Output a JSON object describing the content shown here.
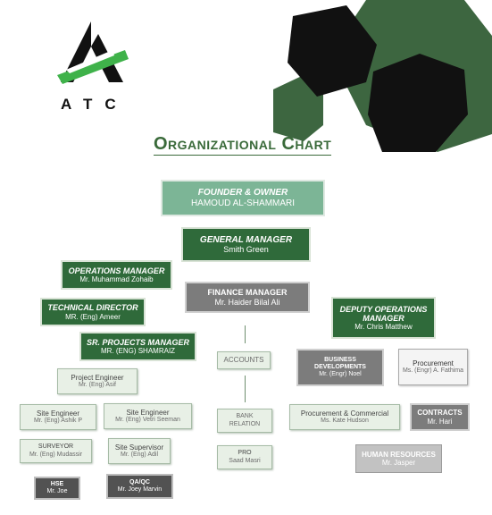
{
  "brand": {
    "logo_text": "ATC"
  },
  "title": "Organizational Chart",
  "nodes": {
    "founder": {
      "title": "Founder & Owner",
      "name": "HAMOUD AL-SHAMMARI"
    },
    "gm": {
      "title": "General Manager",
      "name": "Smith Green"
    },
    "ops": {
      "title": "Operations Manager",
      "name": "Mr. Muhammad Zohaib"
    },
    "finance": {
      "title": "Finance Manager",
      "name": "Mr. Haider Bilal Ali"
    },
    "tech": {
      "title": "Technical Director",
      "name": "MR. (Eng) Ameer"
    },
    "dep_ops": {
      "title": "Deputy Operations Manager",
      "name": "Mr. Chris Matthew"
    },
    "srpm": {
      "title": "Sr. Projects Manager",
      "name": "MR. (ENG) SHAMRAIZ"
    },
    "accounts": {
      "title": "ACCOUNTS"
    },
    "bizdev": {
      "title": "BUSINESS DEVELOPMENTS",
      "name": "Mr. (Engr) Noel"
    },
    "procurement": {
      "title": "Procurement",
      "name": "Ms. (Engr) A. Fathima"
    },
    "project_eng": {
      "title": "Project Engineer",
      "name": "Mr. (Eng) Asif"
    },
    "site_eng1": {
      "title": "Site Engineer",
      "name": "Mr. (Eng) Ashik P"
    },
    "site_eng2": {
      "title": "Site Engineer",
      "name": "Mr. (Eng) Vetri Seeman"
    },
    "bank": {
      "title": "BANK RELATION"
    },
    "proc_comm": {
      "title": "Procurement & Commercial",
      "name": "Ms. Kate Hudson"
    },
    "contracts": {
      "title": "CONTRACTS",
      "name": "Mr. Hari"
    },
    "surveyor": {
      "title": "SURVEYOR",
      "name": "Mr. (Eng) Mudassir"
    },
    "site_sup": {
      "title": "Site Supervisor",
      "name": "Mr. (Eng) Adil"
    },
    "pro": {
      "title": "PRO",
      "name": "Saad Masri"
    },
    "hr": {
      "title": "HUMAN RESOURCES",
      "name": "Mr. Jasper"
    },
    "hse": {
      "title": "HSE",
      "name": "Mr. Joe"
    },
    "qaqc": {
      "title": "QA/QC",
      "name": "Mr. Joey Marvin"
    }
  },
  "colors": {
    "dark_green": "#2f6a3a",
    "teal_green": "#7cb596",
    "light_green": "#e8f0e6",
    "grey": "#7c7c7c",
    "hex_dark": "#111111",
    "hex_green": "#3d6640"
  }
}
